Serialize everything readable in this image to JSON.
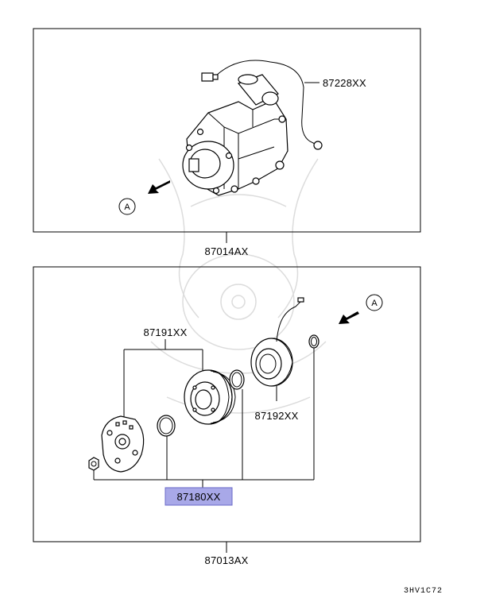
{
  "diagram_code": "3HV1C72",
  "upper_panel": {
    "assembly_part_number": "87014AX",
    "wire_part_number": "87228XX",
    "view_marker": "A"
  },
  "lower_panel": {
    "assembly_part_number": "87013AX",
    "group_part_number": "87191XX",
    "coil_part_number": "87192XX",
    "highlighted_part_number": "87180XX",
    "view_marker": "A",
    "highlight_color": "#a8a8e8"
  }
}
